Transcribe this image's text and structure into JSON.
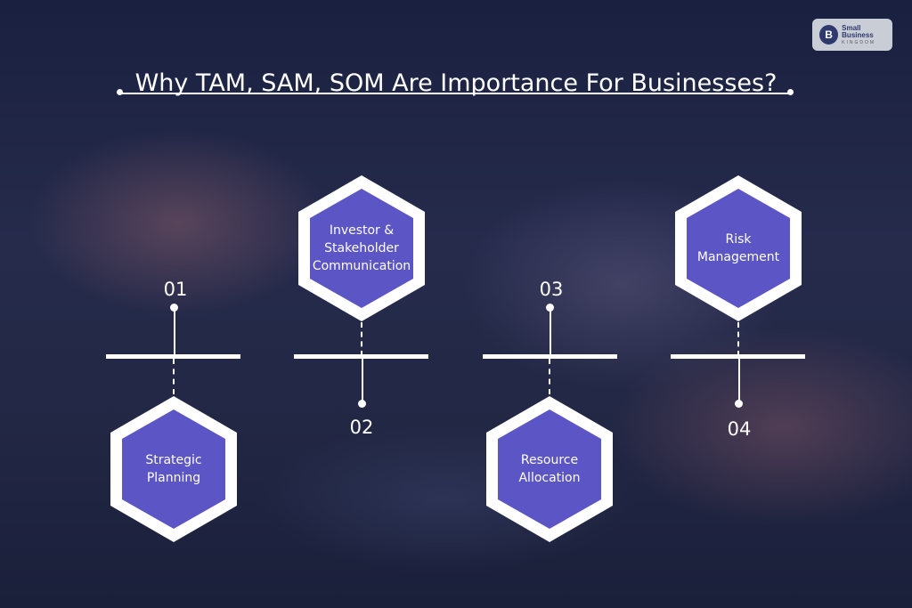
{
  "title": "Why TAM, SAM, SOM Are Importance For Businesses?",
  "logo": {
    "text_line1": "Small Business",
    "text_line2": "KINGDOM",
    "mark": "B"
  },
  "colors": {
    "hex_fill": "#5b55c6",
    "hex_border": "#ffffff",
    "line": "#ffffff"
  },
  "items": [
    {
      "number": "01",
      "label": "Strategic Planning"
    },
    {
      "number": "02",
      "label": "Investor & Stakeholder Communication"
    },
    {
      "number": "03",
      "label": "Resource Allocation"
    },
    {
      "number": "04",
      "label": "Risk Management"
    }
  ]
}
